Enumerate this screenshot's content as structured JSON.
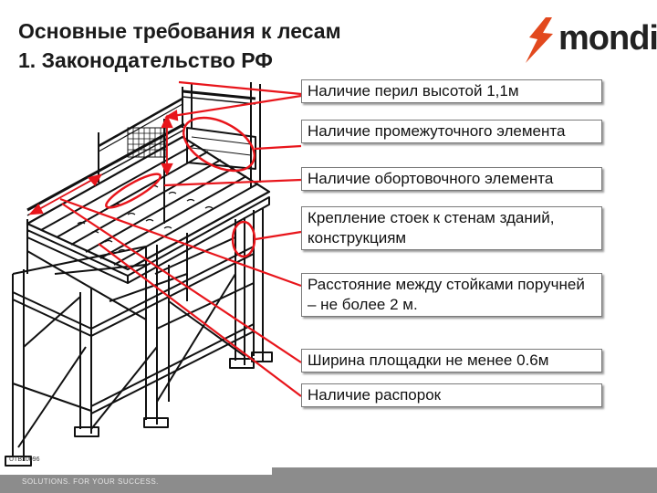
{
  "slide": {
    "title_line1": "Основные требования к лесам",
    "title_line2": "1. Законодательство РФ"
  },
  "logo": {
    "text": "mondi",
    "icon": "mondi-logo-icon",
    "brand_color": "#e2491e"
  },
  "callouts": [
    {
      "text": "Наличие перил высотой 1,1м"
    },
    {
      "text": "Наличие промежуточного элемента"
    },
    {
      "text": "Наличие обортовочного элемента"
    },
    {
      "text": "Крепление стоек к стенам зданий, конструкциям"
    },
    {
      "text": "Расстояние между стойками поручней – не более 2 м."
    },
    {
      "text": "Ширина площадки не менее 0.6м"
    },
    {
      "text": "Наличие распорок"
    }
  ],
  "figure": {
    "code": "UTB10096"
  },
  "footer": {
    "tagline": "SOLUTIONS. FOR YOUR SUCCESS."
  },
  "colors": {
    "arrow": "#e8151b",
    "footer": "#8c8c8c",
    "title": "#1a1a1a"
  }
}
